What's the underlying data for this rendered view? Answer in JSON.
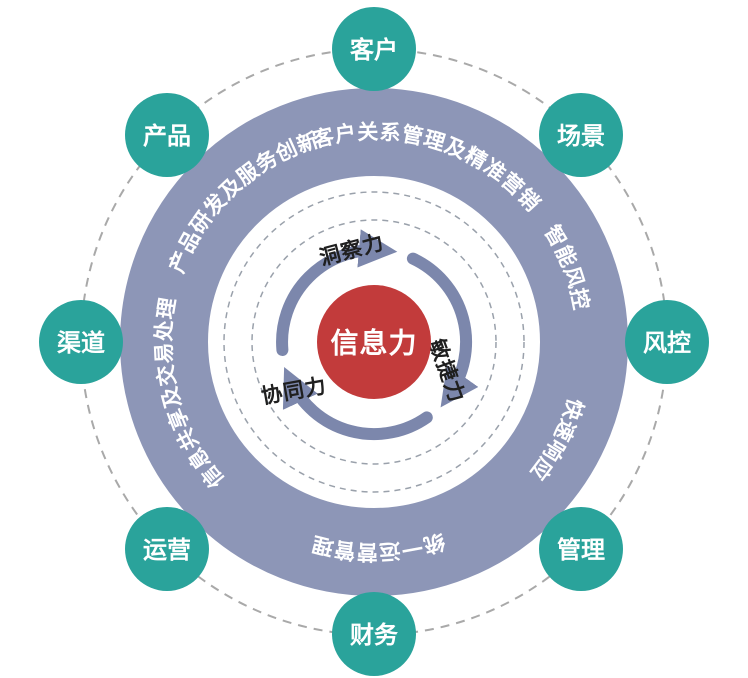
{
  "diagram": {
    "background": "#ffffff",
    "center": {
      "label": "信息力",
      "color": "#c23b3b"
    },
    "core_forces": [
      {
        "label": "洞察力"
      },
      {
        "label": "敏捷力"
      },
      {
        "label": "协同力"
      }
    ],
    "arrow_color": "#7c87ac",
    "ring": {
      "color": "#8d96b7",
      "text_color": "#ffffff",
      "segments": [
        {
          "label": "客户关系管理及精准营销"
        },
        {
          "label": "智能风控"
        },
        {
          "label": "快速响应"
        },
        {
          "label": "统一运营管理"
        },
        {
          "label": "信息共享及交易处理"
        },
        {
          "label": "产品研发及服务创新"
        }
      ]
    },
    "outer": {
      "node_color": "#2aa39b",
      "node_text_color": "#ffffff",
      "nodes": [
        {
          "label": "客户"
        },
        {
          "label": "场景"
        },
        {
          "label": "风控"
        },
        {
          "label": "管理"
        },
        {
          "label": "财务"
        },
        {
          "label": "运营"
        },
        {
          "label": "渠道"
        },
        {
          "label": "产品"
        }
      ]
    }
  }
}
